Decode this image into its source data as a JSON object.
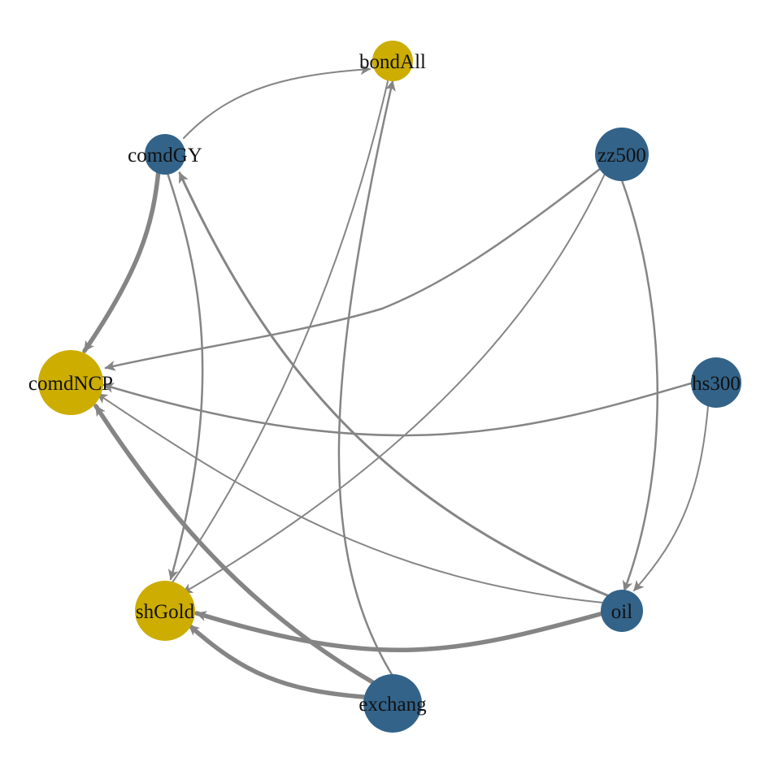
{
  "diagram": {
    "type": "directed-network",
    "colors": {
      "edge": "#858585",
      "node_gold": "#CCAD00",
      "node_blue": "#336389",
      "label": "#111111",
      "background": "#ffffff"
    },
    "nodes": [
      {
        "id": "bondAll",
        "label": "bondAll",
        "color": "#CCAD00"
      },
      {
        "id": "comdGY",
        "label": "comdGY",
        "color": "#336389"
      },
      {
        "id": "zz500",
        "label": "zz500",
        "color": "#336389"
      },
      {
        "id": "comdNCP",
        "label": "comdNCP",
        "color": "#CCAD00"
      },
      {
        "id": "hs300",
        "label": "hs300",
        "color": "#336389"
      },
      {
        "id": "shGold",
        "label": "shGold",
        "color": "#CCAD00"
      },
      {
        "id": "oil",
        "label": "oil",
        "color": "#336389"
      },
      {
        "id": "exchang",
        "label": "exchang",
        "color": "#336389"
      }
    ],
    "edges": [
      {
        "from": "comdGY",
        "to": "bondAll"
      },
      {
        "from": "comdGY",
        "to": "comdNCP"
      },
      {
        "from": "comdGY",
        "to": "shGold"
      },
      {
        "from": "zz500",
        "to": "comdNCP"
      },
      {
        "from": "zz500",
        "to": "shGold"
      },
      {
        "from": "zz500",
        "to": "oil"
      },
      {
        "from": "hs300",
        "to": "comdNCP"
      },
      {
        "from": "hs300",
        "to": "oil"
      },
      {
        "from": "oil",
        "to": "comdGY"
      },
      {
        "from": "oil",
        "to": "comdNCP"
      },
      {
        "from": "oil",
        "to": "shGold"
      },
      {
        "from": "exchang",
        "to": "bondAll"
      },
      {
        "from": "exchang",
        "to": "comdNCP"
      },
      {
        "from": "exchang",
        "to": "shGold"
      },
      {
        "from": "bondAll",
        "to": "shGold"
      }
    ]
  }
}
